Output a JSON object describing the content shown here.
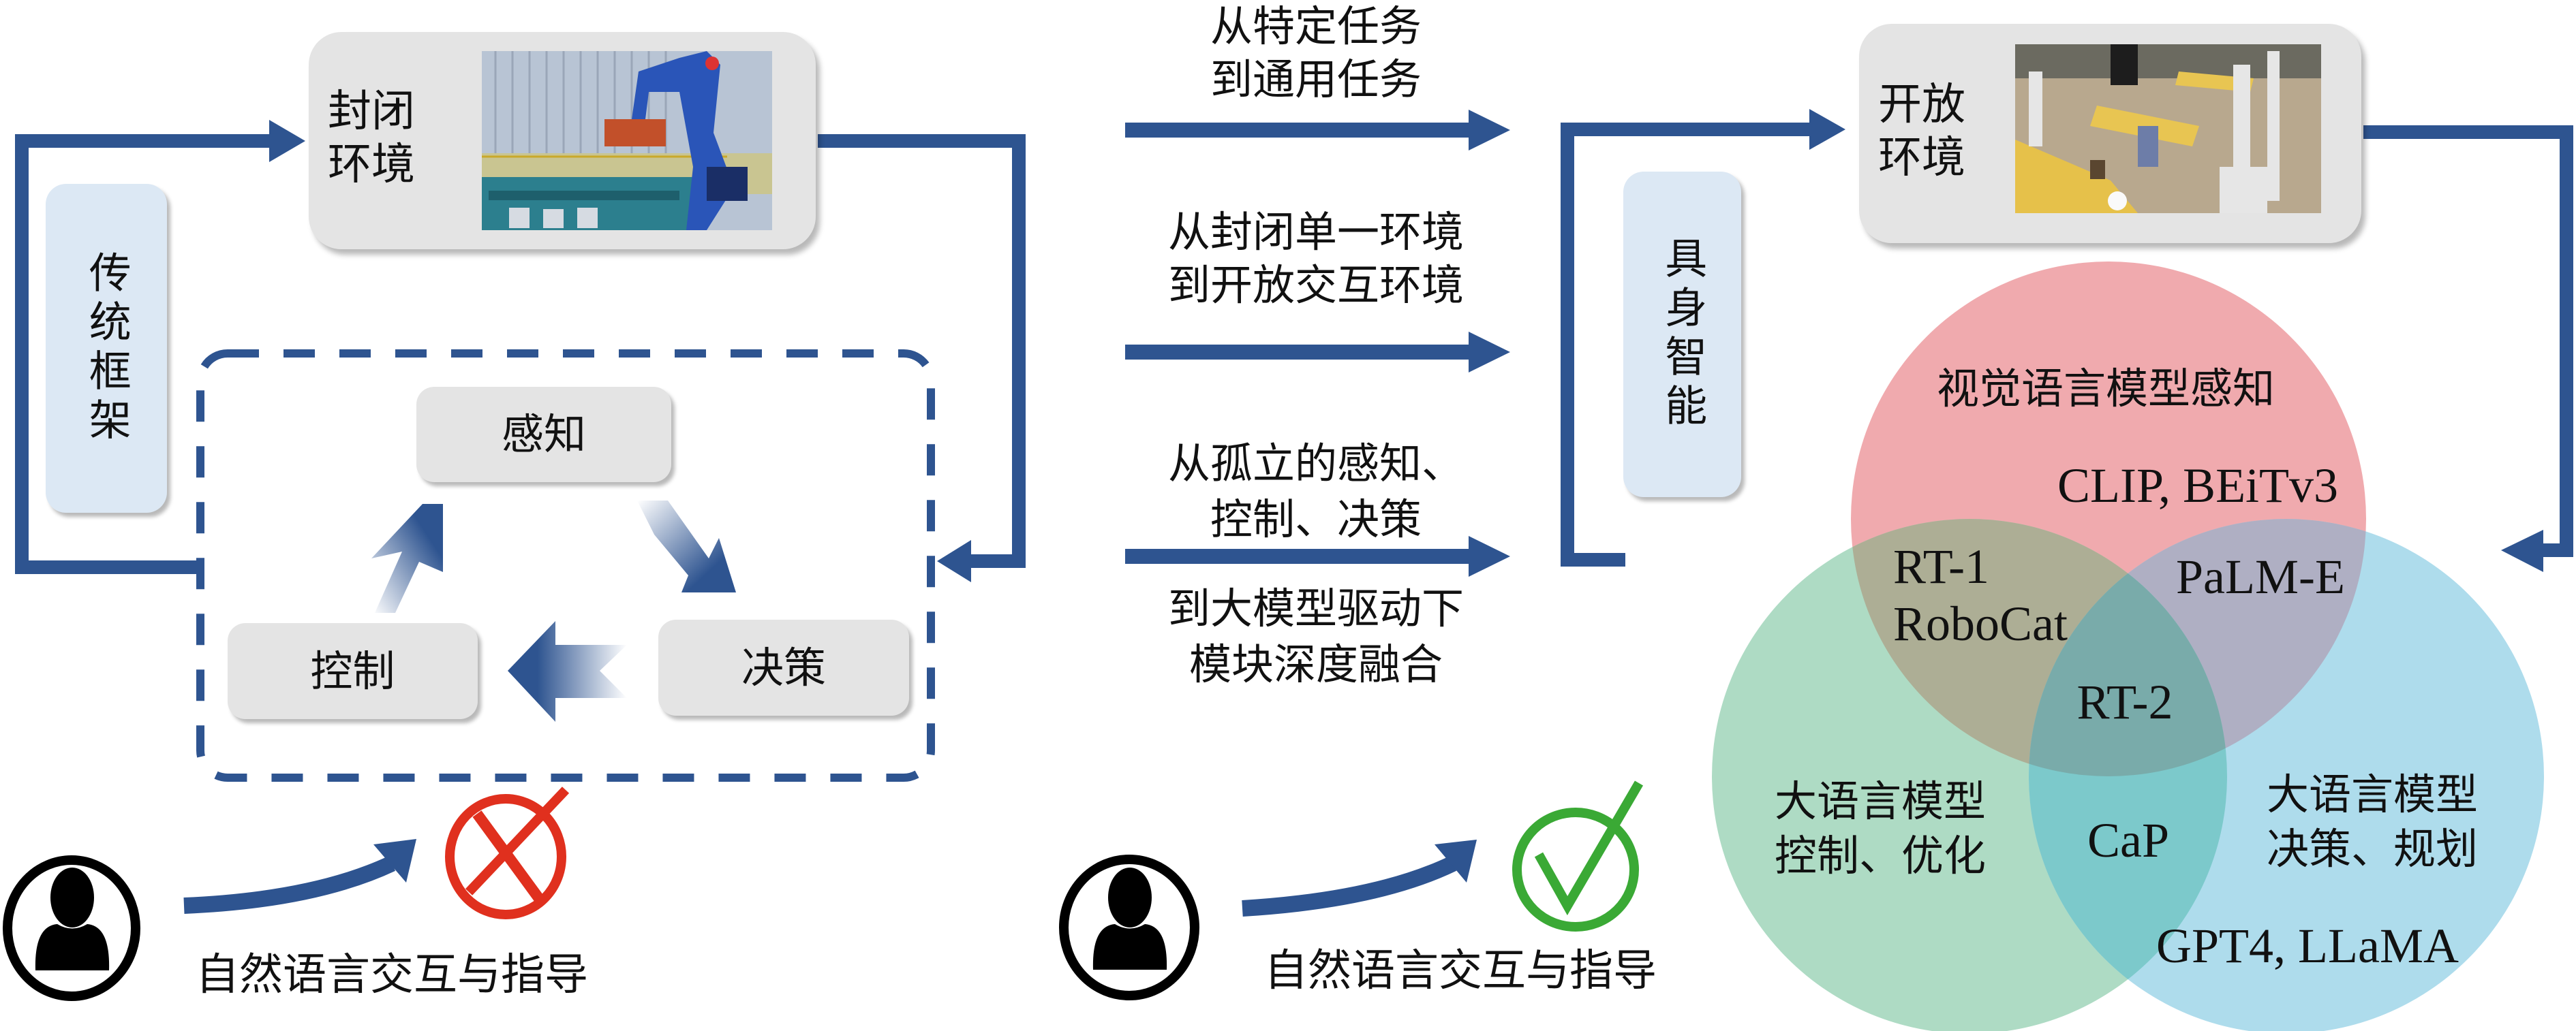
{
  "colors": {
    "arrow_blue": "#2e5490",
    "box_gray": "#e4e4e4",
    "side_box_blue": "#dce8f4",
    "venn_red": "#f0aaae",
    "venn_green": "#aedbc4",
    "venn_blue": "#aedcec",
    "venn_red_green": "#adae95",
    "venn_red_blue": "#afafc3",
    "venn_green_blue": "#7cc9cb",
    "venn_all": "#79abaa",
    "cross_red": "#e0301e",
    "check_green": "#3aa935"
  },
  "traditional": {
    "side_label": "传统框架",
    "environment": {
      "line1": "封闭",
      "line2": "环境",
      "image": "industrial-robot-arm-photo"
    },
    "loop": {
      "perception": "感知",
      "decision": "决策",
      "control": "控制"
    },
    "human": {
      "label": "自然语言交互与指导",
      "result_icon": "cross-icon"
    }
  },
  "transitions": [
    {
      "line1": "从特定任务",
      "line2": "到通用任务"
    },
    {
      "line1": "从封闭单一环境",
      "line2": "到开放交互环境"
    },
    {
      "line1": "从孤立的感知、",
      "line2": "控制、决策",
      "line3": "到大模型驱动下",
      "line4": "模块深度融合"
    }
  ],
  "embodied": {
    "side_label": "具身智能",
    "environment": {
      "line1": "开放",
      "line2": "环境",
      "image": "open-lab-robots-photo"
    },
    "human": {
      "label": "自然语言交互与指导",
      "result_icon": "check-icon"
    },
    "venn": {
      "perception": {
        "title": "视觉语言模型感知",
        "models": "CLIP, BEiTv3"
      },
      "control": {
        "title_line1": "大语言模型",
        "title_line2": "控制、优化"
      },
      "planning": {
        "title_line1": "大语言模型",
        "title_line2": "决策、规划",
        "models": "GPT4, LLaMA"
      },
      "perception_control": {
        "line1": "RT-1",
        "line2": "RoboCat"
      },
      "perception_planning": "PaLM-E",
      "control_planning": "CaP",
      "all": "RT-2"
    }
  }
}
